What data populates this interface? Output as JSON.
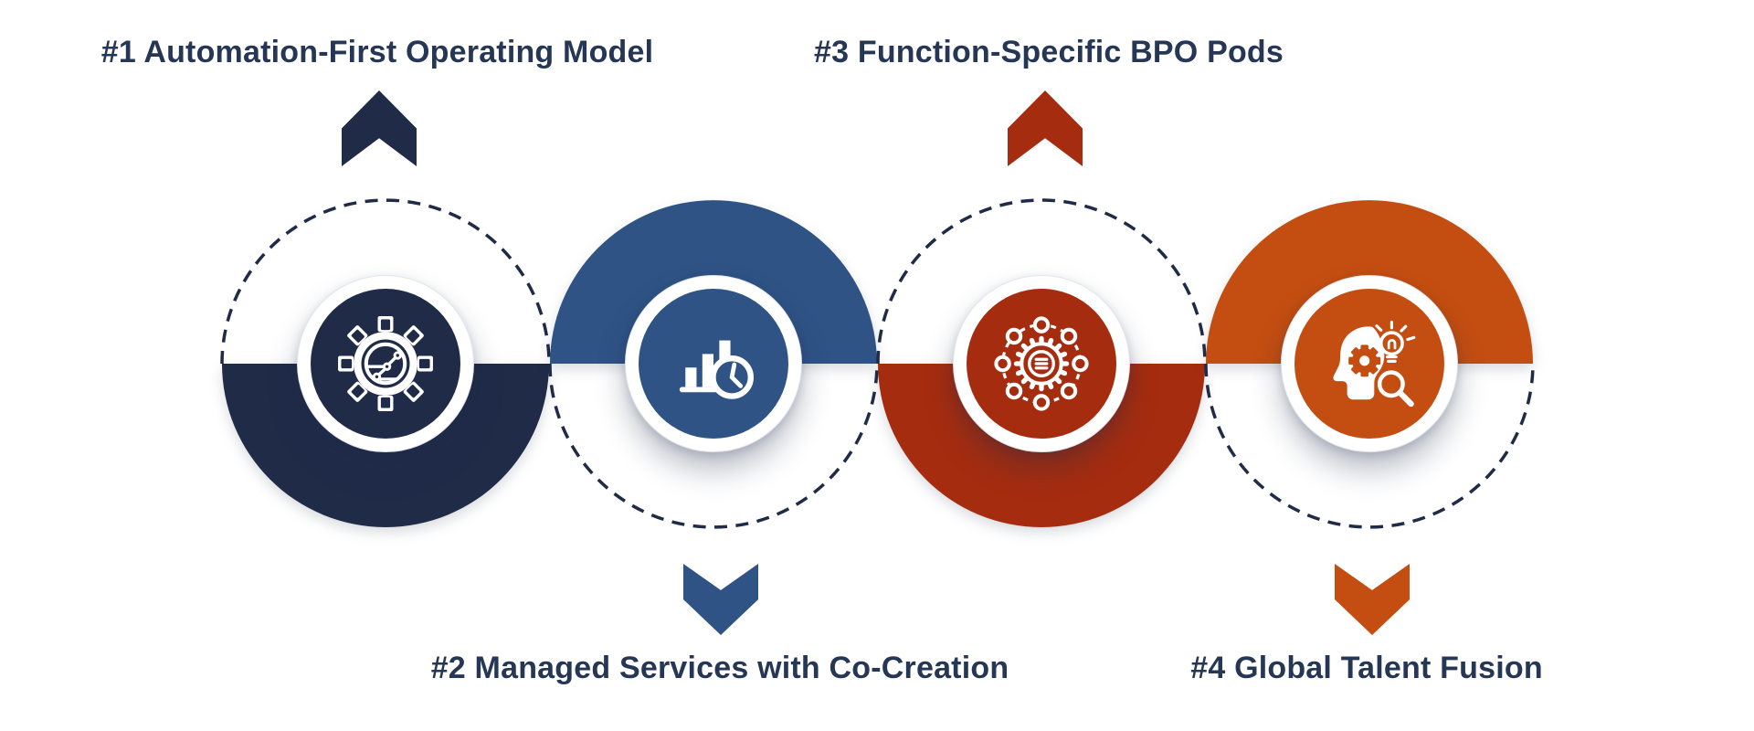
{
  "page": {
    "background": "#ffffff"
  },
  "palette": {
    "navy": "#1f2b47",
    "blue": "#2f5385",
    "red": "#a62c0f",
    "orange": "#c44e11",
    "ink": "#263755",
    "white": "#ffffff"
  },
  "pods": [
    {
      "label": "#1 Automation-First Operating Model",
      "accent": "navy",
      "icon": "automation-gear-circuit-icon",
      "solid_half": "bottom",
      "chevron": "up",
      "label_position": "top"
    },
    {
      "label": "#2 Managed Services with Co-Creation",
      "accent": "blue",
      "icon": "bar-chart-clock-icon",
      "solid_half": "top",
      "chevron": "down",
      "label_position": "bottom"
    },
    {
      "label": "#3 Function-Specific BPO Pods",
      "accent": "red",
      "icon": "bpo-pods-network-icon",
      "solid_half": "bottom",
      "chevron": "up",
      "label_position": "top"
    },
    {
      "label": "#4 Global Talent Fusion",
      "accent": "orange",
      "icon": "talent-search-mind-icon",
      "solid_half": "top",
      "chevron": "down",
      "label_position": "bottom"
    }
  ]
}
